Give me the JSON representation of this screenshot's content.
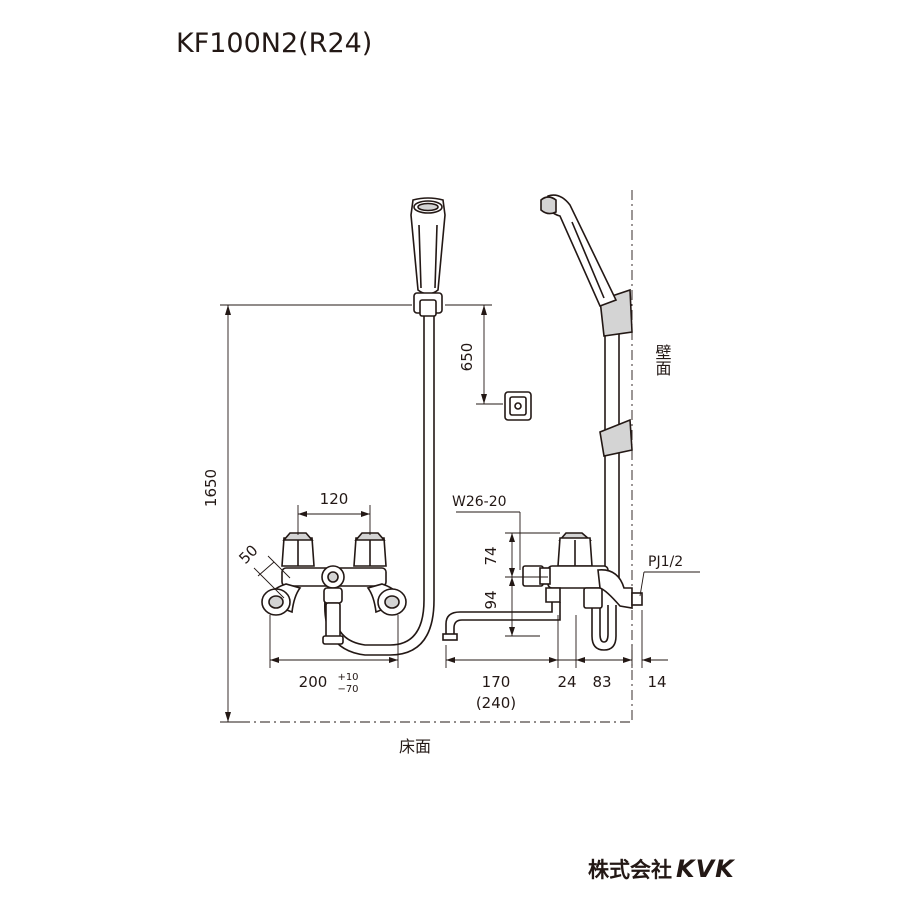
{
  "title": "KF100N2(R24)",
  "brand": {
    "company_jp": "株式会社",
    "logo_text": "KVK"
  },
  "labels": {
    "wall": "壁面",
    "floor": "床面",
    "thread_label": "W26-20",
    "pipe_label": "PJ1/2"
  },
  "dimensions": {
    "overall_height": "1650",
    "holder_drop": "650",
    "handle_spacing": "120",
    "handle_angle": "50",
    "pitch": "200",
    "pitch_tol_upper": "+10",
    "pitch_tol_lower": "−70",
    "handle_height": "74",
    "spout_drop": "94",
    "spout_length": "170",
    "spout_length_alt": "(240)",
    "depth_a": "24",
    "depth_b": "83",
    "wall_offset": "14"
  }
}
